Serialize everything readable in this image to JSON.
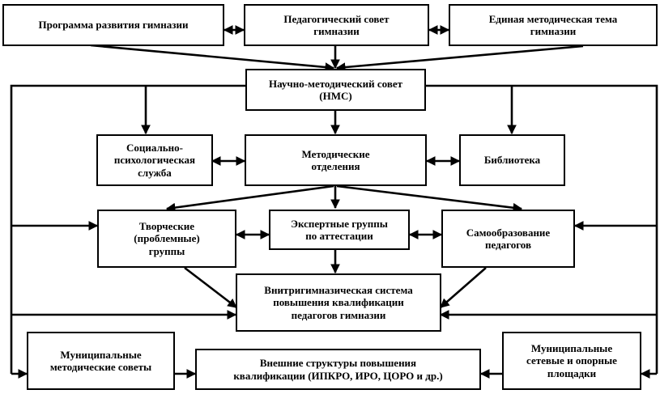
{
  "nodes": {
    "programma": "Программа развития гимназии",
    "pedsovet": "Педагогический совет\nгимназии",
    "edinaya_tema": "Единая методическая тема\nгимназии",
    "nms": "Научно-методический совет\n(НМС)",
    "social_service": "Социально-\nпсихологическая\nслужба",
    "method_otdel": "Методические\nотделения",
    "biblioteka": "Библиотека",
    "tvorcheskie": "Творческие\n(проблемные)\nгруппы",
    "expertnye": "Экспертные группы\nпо аттестации",
    "samoobrazovanie": "Самообразование\nпедагогов",
    "vnutrigymn": "Внитригимназическая система\nповышения квалификации\nпедагогов гимназии",
    "munic_sovety": "Муниципальные\nметодические советы",
    "vneshnie": "Внешние структуры повышения\nквалификации (ИПКРО, ИРО, ЦОРО и др.)",
    "munic_ploshchadki": "Муниципальные\nсетевые и опорные\nплощадки"
  }
}
